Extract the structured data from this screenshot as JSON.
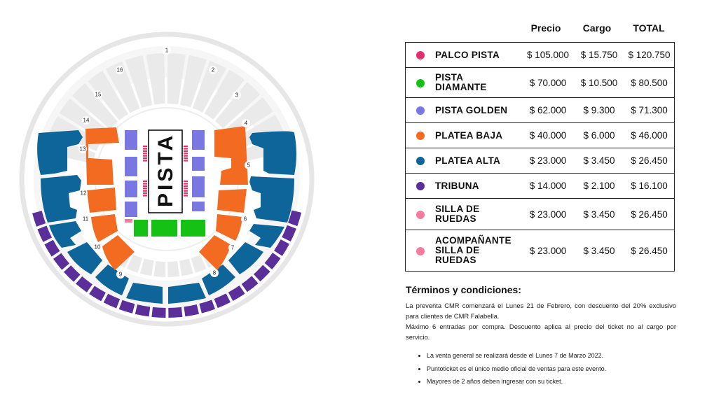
{
  "map": {
    "pista_label": "PISTA",
    "section_numbers": [
      "1",
      "2",
      "3",
      "4",
      "5",
      "6",
      "7",
      "8",
      "9",
      "10",
      "11",
      "12",
      "13",
      "14",
      "15",
      "16"
    ],
    "colors": {
      "palco_pista": "#e0326e",
      "pista_diamante": "#16c116",
      "pista_golden": "#7878e0",
      "platea_baja": "#f26b21",
      "platea_alta": "#0d6599",
      "tribuna": "#5b2e99",
      "silla_de_ruedas": "#f47aa0",
      "inactive": "#eaeaea"
    }
  },
  "price_table": {
    "headers": {
      "precio": "Precio",
      "cargo": "Cargo",
      "total": "TOTAL"
    },
    "rows": [
      {
        "name": "PALCO PISTA",
        "precio": "$ 105.000",
        "cargo": "$ 15.750",
        "total": "$ 120.750",
        "color": "#e0326e"
      },
      {
        "name": "PISTA DIAMANTE",
        "precio": "$ 70.000",
        "cargo": "$ 10.500",
        "total": "$ 80.500",
        "color": "#16c116"
      },
      {
        "name": "PISTA GOLDEN",
        "precio": "$ 62.000",
        "cargo": "$ 9.300",
        "total": "$ 71.300",
        "color": "#7878e0"
      },
      {
        "name": "PLATEA BAJA",
        "precio": "$ 40.000",
        "cargo": "$ 6.000",
        "total": "$ 46.000",
        "color": "#f26b21"
      },
      {
        "name": "PLATEA ALTA",
        "precio": "$ 23.000",
        "cargo": "$ 3.450",
        "total": "$ 26.450",
        "color": "#0d6599"
      },
      {
        "name": "TRIBUNA",
        "precio": "$ 14.000",
        "cargo": "$ 2.100",
        "total": "$ 16.100",
        "color": "#5b2e99"
      },
      {
        "name": "SILLA DE RUEDAS",
        "precio": "$ 23.000",
        "cargo": "$ 3.450",
        "total": "$ 26.450",
        "color": "#f47aa0"
      },
      {
        "name": "ACOMPAÑANTE SILLA DE RUEDAS",
        "precio": "$ 23.000",
        "cargo": "$ 3.450",
        "total": "$ 26.450",
        "color": "#f47aa0"
      }
    ]
  },
  "terms": {
    "title": "Términos y condiciones:",
    "paragraph1": "La preventa CMR comenzará el Lunes 21 de Febrero, con descuento del 20% exclusivo para clientes de CMR Falabella.",
    "paragraph2": "Máximo 6 entradas por compra. Descuento aplica al precio del ticket no al cargo por servicio.",
    "bullets": [
      "La venta general se realizará desde el Lunes 7 de Marzo 2022.",
      "Puntoticket es el único medio oficial de ventas para este evento.",
      "Mayores de 2 años deben ingresar con su ticket."
    ]
  }
}
